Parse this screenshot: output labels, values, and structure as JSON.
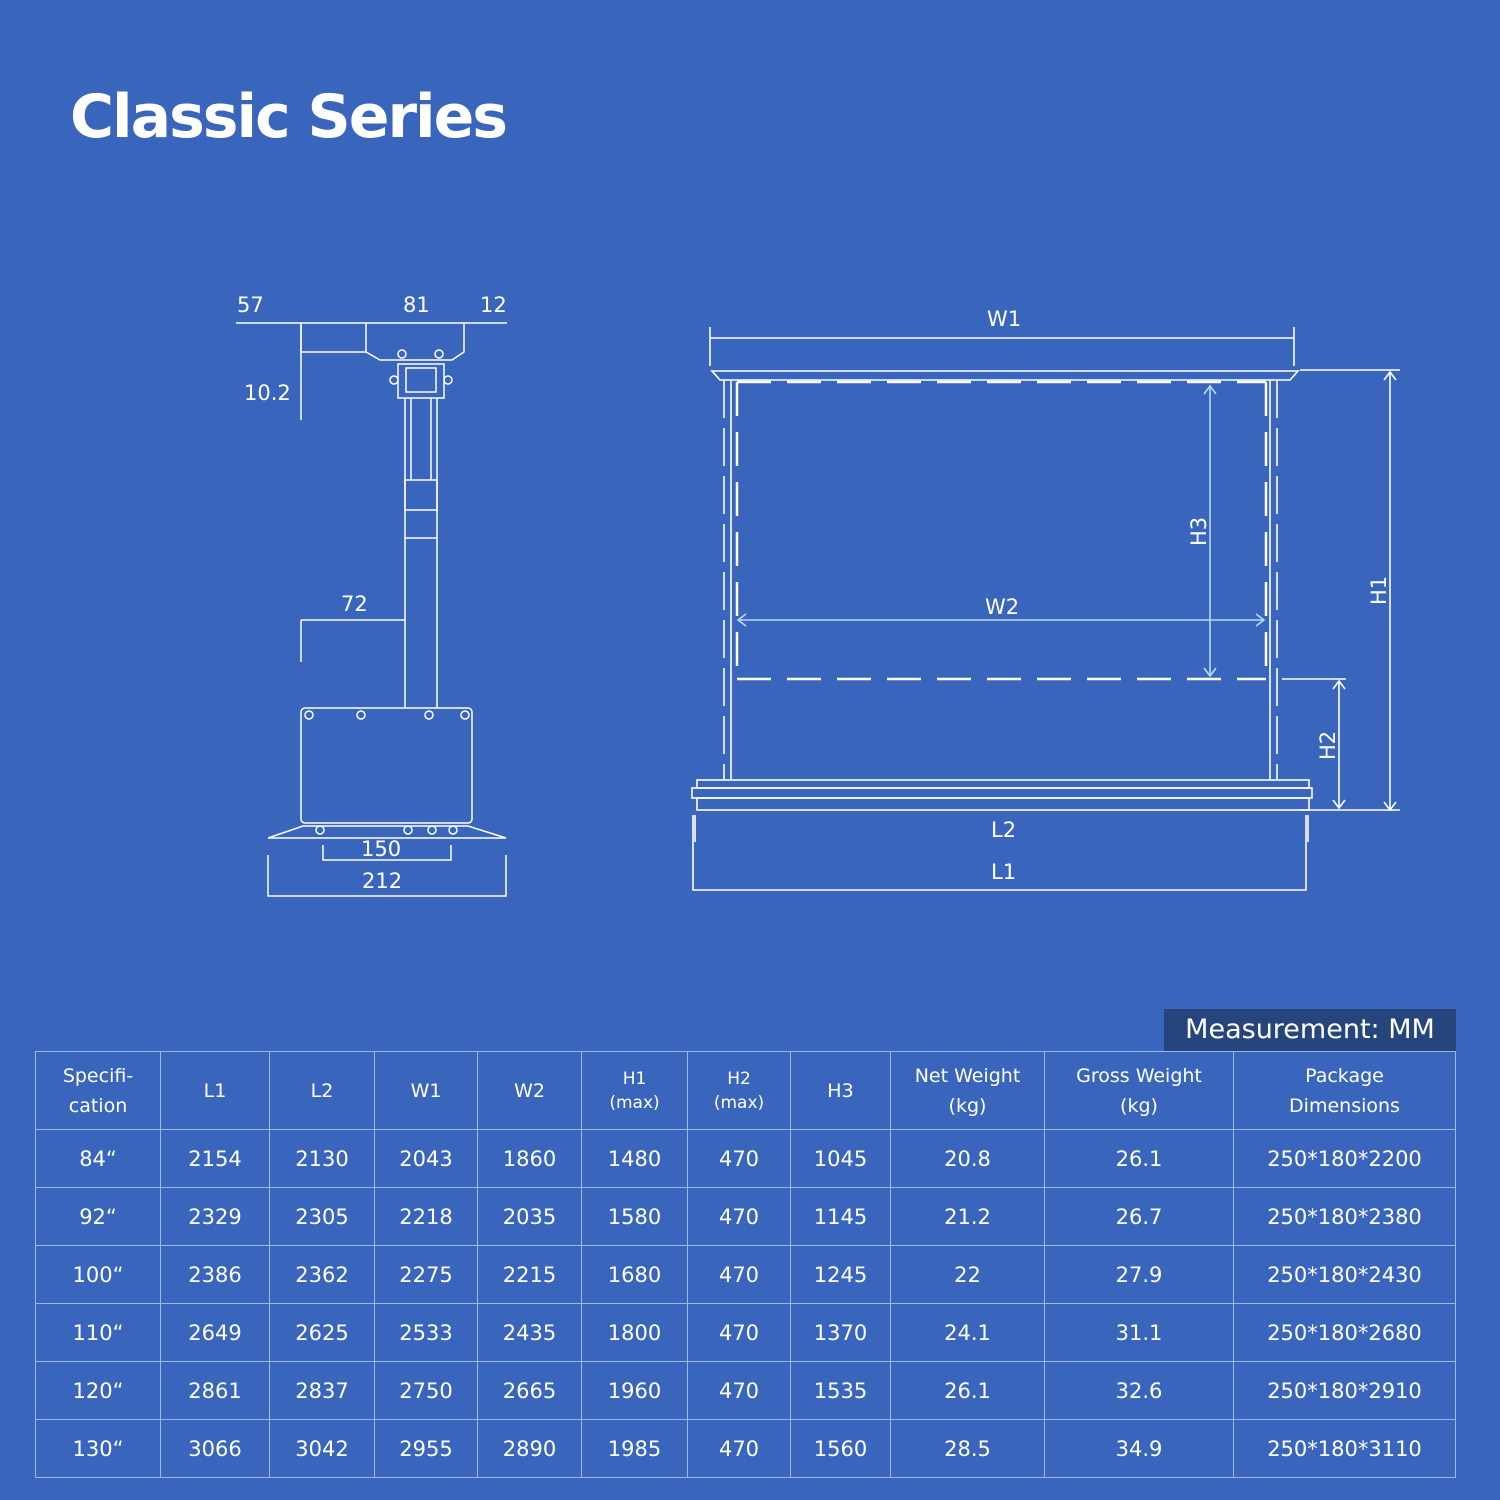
{
  "title": "Classic Series",
  "side_view": {
    "dims": {
      "top_left": "57",
      "top_middle": "81",
      "top_right": "12",
      "bracket_height": "10.2",
      "column_offset": "72",
      "base_inner": "150",
      "base_outer": "212"
    }
  },
  "front_view": {
    "dims": {
      "w1": "W1",
      "w2": "W2",
      "h1": "H1",
      "h2": "H2",
      "h3": "H3",
      "l1": "L1",
      "l2": "L2"
    }
  },
  "measurement_badge": "Measurement: MM",
  "table": {
    "headers": [
      {
        "line1": "Specifi-",
        "line2": "cation"
      },
      {
        "line1": "L1",
        "line2": ""
      },
      {
        "line1": "L2",
        "line2": ""
      },
      {
        "line1": "W1",
        "line2": ""
      },
      {
        "line1": "W2",
        "line2": ""
      },
      {
        "line1": "H1",
        "line2": "(max)"
      },
      {
        "line1": "H2",
        "line2": "(max)"
      },
      {
        "line1": "H3",
        "line2": ""
      },
      {
        "line1": "Net Weight",
        "line2": "(kg)"
      },
      {
        "line1": "Gross Weight",
        "line2": "(kg)"
      },
      {
        "line1": "Package",
        "line2": "Dimensions"
      }
    ],
    "rows": [
      [
        "84“",
        "2154",
        "2130",
        "2043",
        "1860",
        "1480",
        "470",
        "1045",
        "20.8",
        "26.1",
        "250*180*2200"
      ],
      [
        "92“",
        "2329",
        "2305",
        "2218",
        "2035",
        "1580",
        "470",
        "1145",
        "21.2",
        "26.7",
        "250*180*2380"
      ],
      [
        "100“",
        "2386",
        "2362",
        "2275",
        "2215",
        "1680",
        "470",
        "1245",
        "22",
        "27.9",
        "250*180*2430"
      ],
      [
        "110“",
        "2649",
        "2625",
        "2533",
        "2435",
        "1800",
        "470",
        "1370",
        "24.1",
        "31.1",
        "250*180*2680"
      ],
      [
        "120“",
        "2861",
        "2837",
        "2750",
        "2665",
        "1960",
        "470",
        "1535",
        "26.1",
        "32.6",
        "250*180*2910"
      ],
      [
        "130“",
        "3066",
        "3042",
        "2955",
        "2890",
        "1985",
        "470",
        "1560",
        "28.5",
        "34.9",
        "250*180*3110"
      ]
    ]
  }
}
